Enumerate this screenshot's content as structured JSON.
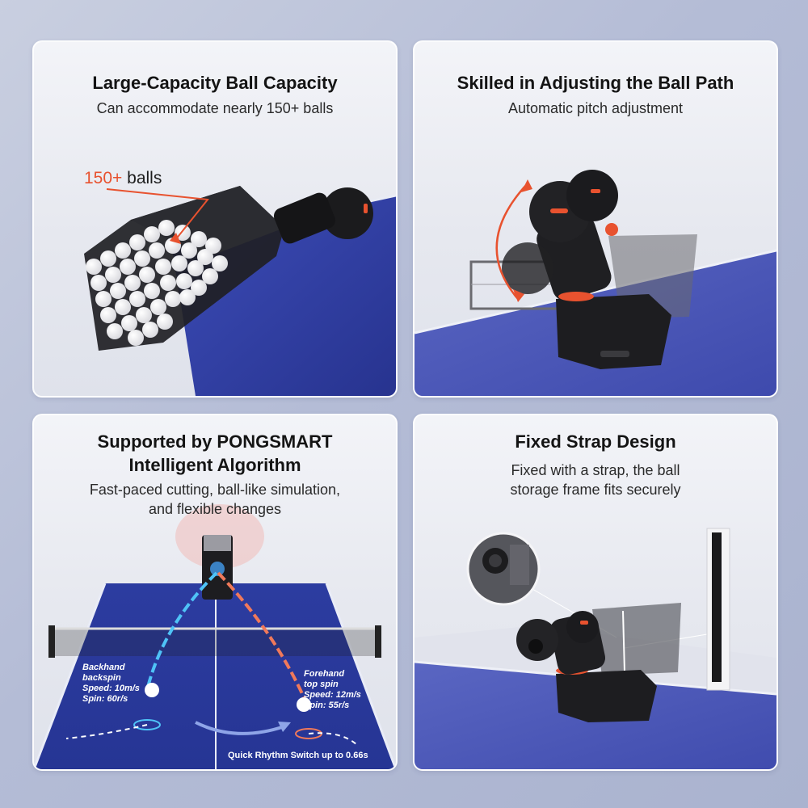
{
  "panels": {
    "capacity": {
      "title": "Large-Capacity Ball Capacity",
      "subtitle": "Can accommodate nearly 150+ balls",
      "annotation_accent": "150+",
      "annotation_text": " balls"
    },
    "ball_path": {
      "title": "Skilled in Adjusting the Ball Path",
      "subtitle": "Automatic pitch adjustment"
    },
    "algorithm": {
      "title_line1": "Supported by PONGSMART",
      "title_line2": "Intelligent Algorithm",
      "subtitle_line1": "Fast-paced cutting, ball-like simulation,",
      "subtitle_line2": "and flexible changes",
      "backhand": [
        "Backhand",
        "backspin",
        "Speed: 10m/s",
        "Spin: 60r/s"
      ],
      "forehand": [
        "Forehand",
        "top spin",
        "Speed: 12m/s",
        "Spin: 55r/s"
      ],
      "rhythm": "Quick Rhythm Switch up to 0.66s"
    },
    "strap": {
      "title": "Fixed Strap Design",
      "subtitle_line1": "Fixed with a strap, the ball",
      "subtitle_line2": "storage frame fits securely"
    }
  },
  "colors": {
    "accent": "#e8522f",
    "table_blue": "#2f3fa8",
    "machine_black": "#1e1e20",
    "backspin_trail": "#4fc3f7",
    "topspin_trail": "#f0795a"
  }
}
